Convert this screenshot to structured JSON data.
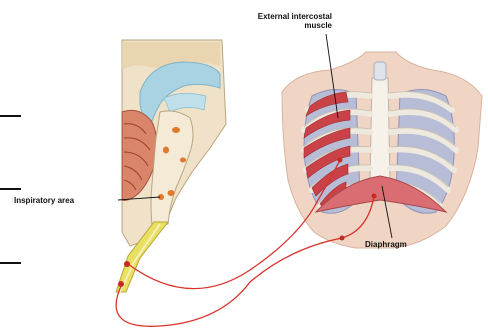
{
  "labels": {
    "external_intercostal_line1": "External intercostal",
    "external_intercostal_line2": "muscle",
    "inspiratory_area": "Inspiratory area",
    "diaphragm": "Diaphragm"
  },
  "colors": {
    "nerve_path": "#d9322b",
    "nerve_dot": "#c62a22",
    "spinal_cord": "#e9df61",
    "intercostal_muscle": "#c94247",
    "diaphragm": "#d96d71",
    "brain_tissue": "#efe2c8",
    "ventricle": "#a9d3e2",
    "cerebellum": "#d26d50",
    "skin": "#f0d5c4",
    "ribs": "#f1ede4",
    "lungs": "#b7bcd7"
  }
}
